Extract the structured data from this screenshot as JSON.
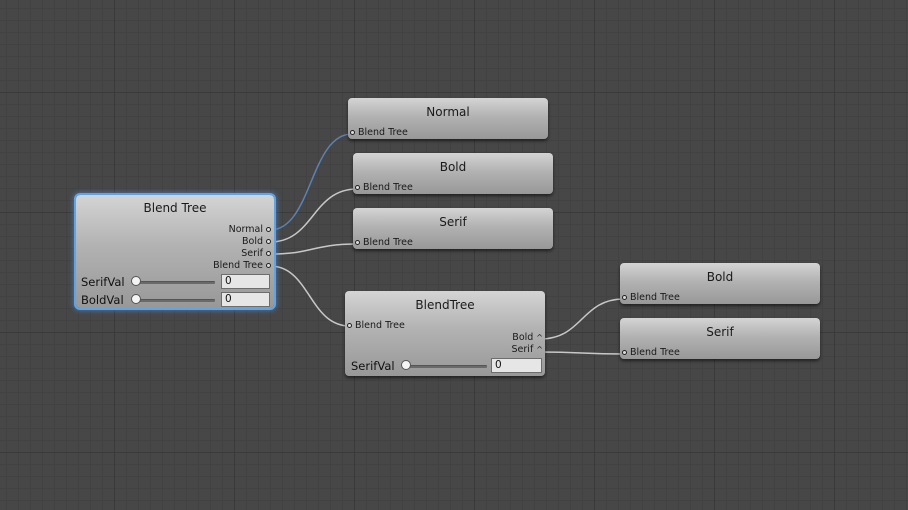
{
  "nodes": {
    "root": {
      "title": "Blend Tree",
      "outputs": [
        "Normal",
        "Bold",
        "Serif",
        "Blend Tree"
      ],
      "params": [
        {
          "label": "SerifVal",
          "value": "0",
          "level": 0
        },
        {
          "label": "BoldVal",
          "value": "0",
          "level": 0
        }
      ]
    },
    "normal": {
      "title": "Normal",
      "input": "Blend Tree"
    },
    "bold": {
      "title": "Bold",
      "input": "Blend Tree"
    },
    "serif": {
      "title": "Serif",
      "input": "Blend Tree"
    },
    "sub": {
      "title": "BlendTree",
      "input": "Blend Tree",
      "outputs": [
        "Bold",
        "Serif"
      ],
      "params": [
        {
          "label": "SerifVal",
          "value": "0",
          "level": 0
        }
      ]
    },
    "sub_bold": {
      "title": "Bold",
      "input": "Blend Tree"
    },
    "sub_serif": {
      "title": "Serif",
      "input": "Blend Tree"
    }
  },
  "colors": {
    "selected_wire": "#5b82b5",
    "wire": "#c8c8c8",
    "selection_outline": "#5fa5e6"
  }
}
